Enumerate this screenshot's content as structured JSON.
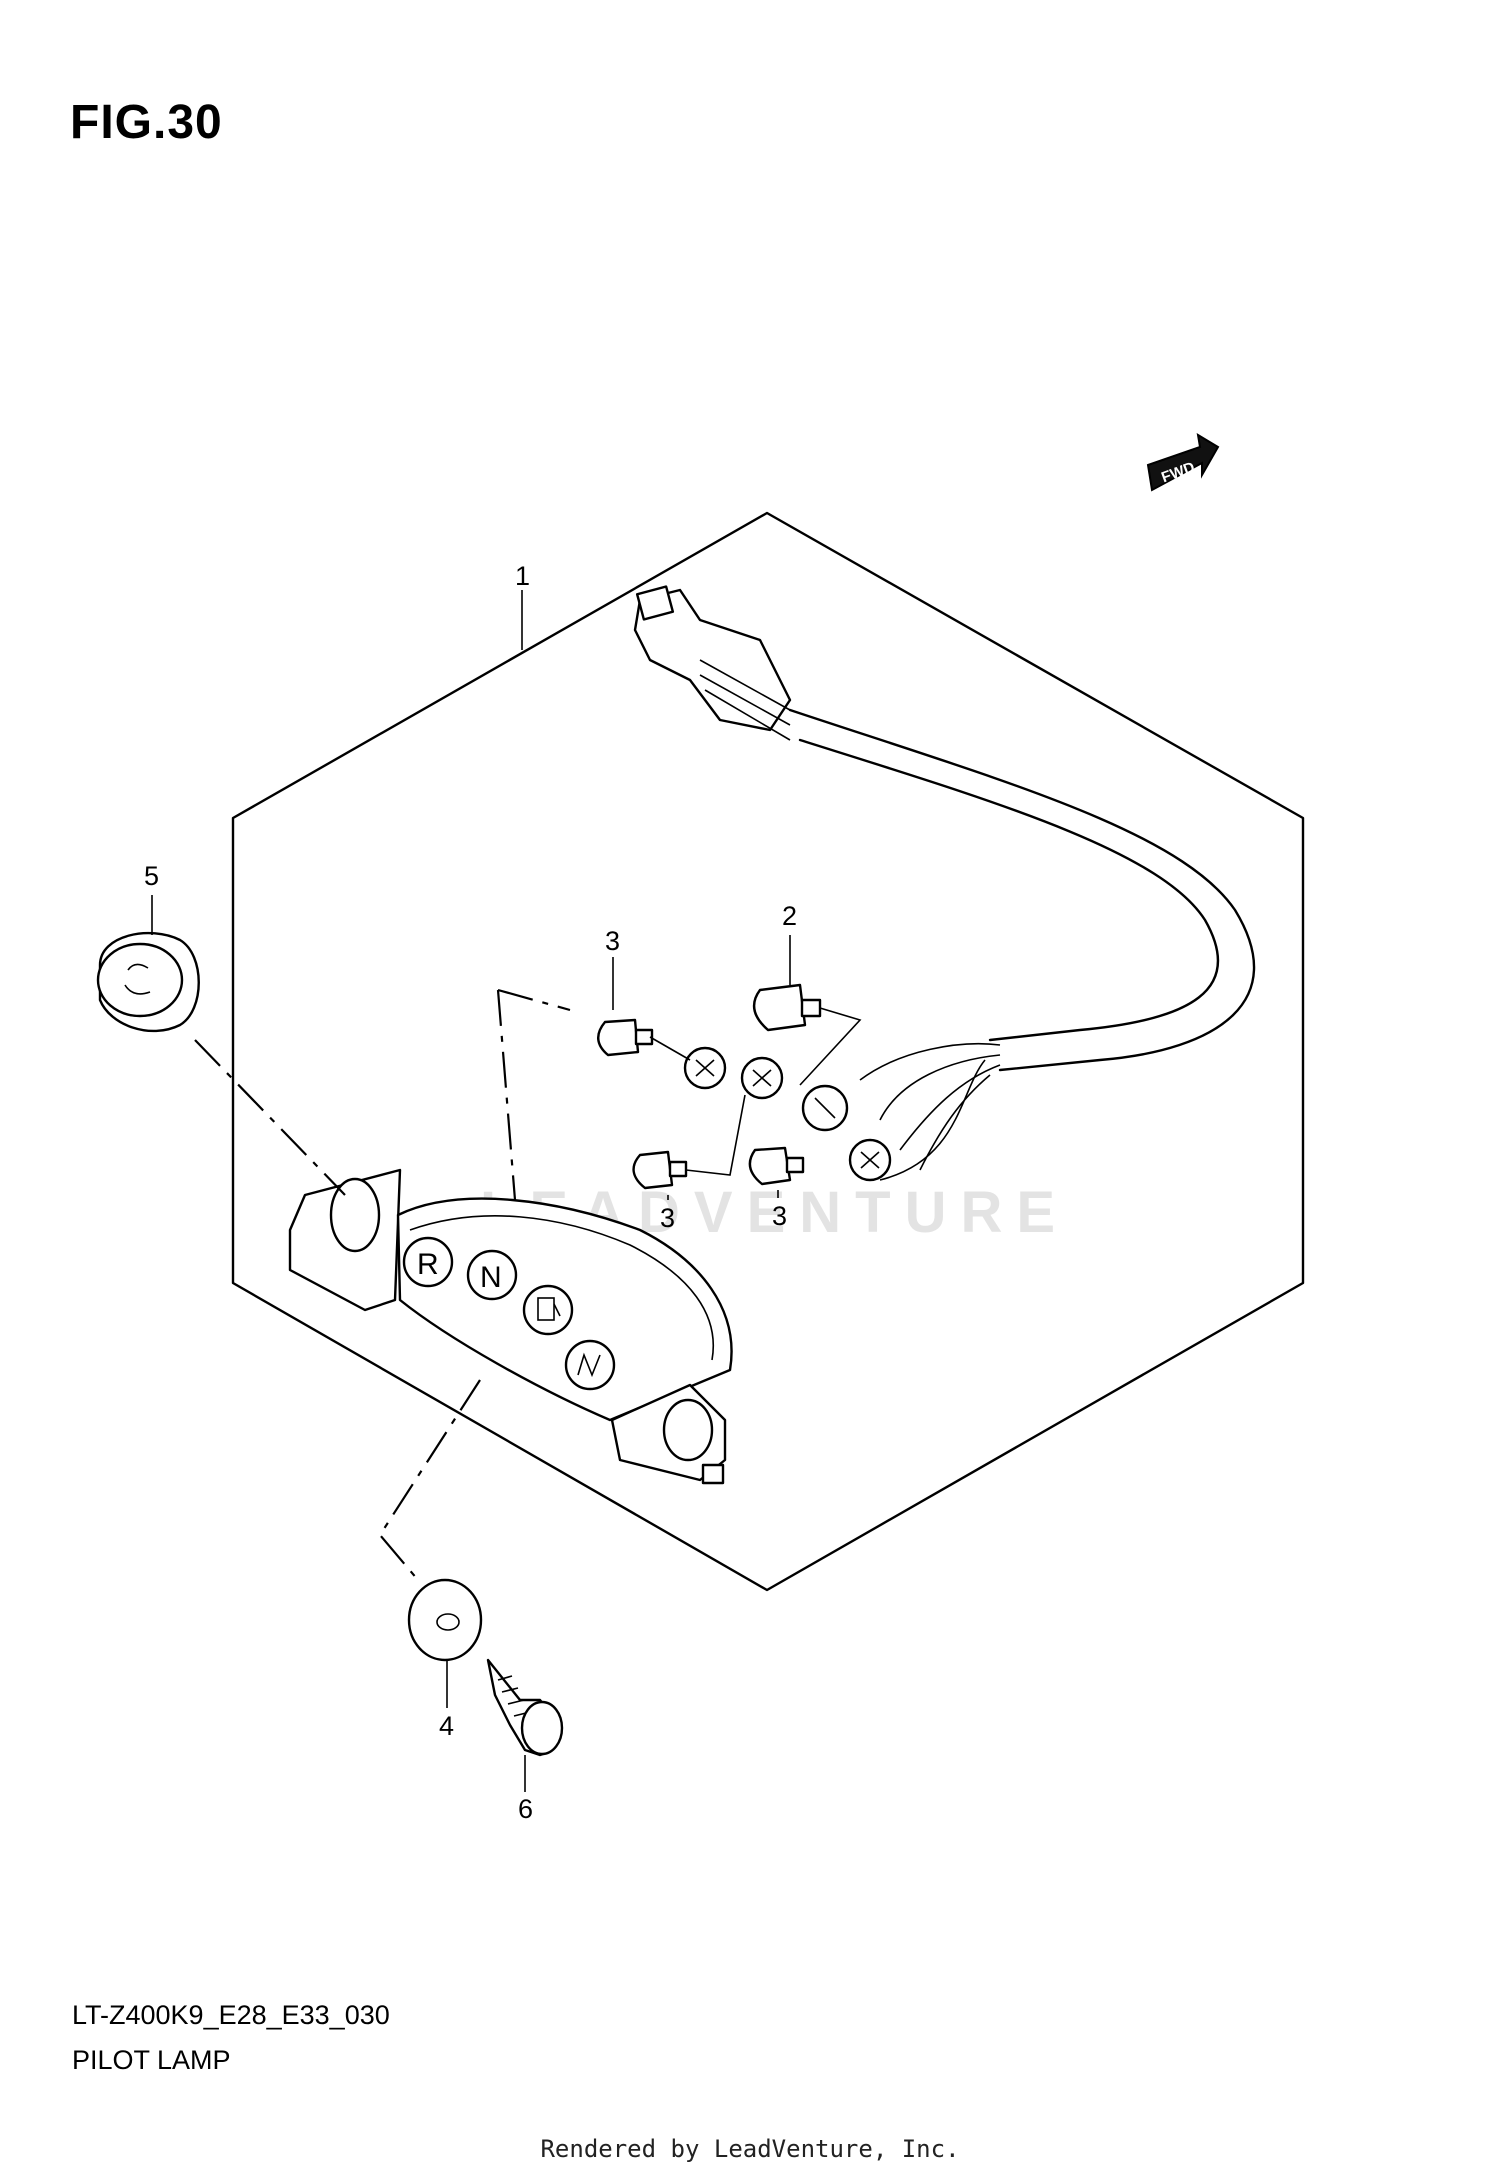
{
  "figure": {
    "title": "FIG.30",
    "fwd_label": "FWD"
  },
  "callouts": [
    {
      "id": "1",
      "label": "1"
    },
    {
      "id": "2",
      "label": "2"
    },
    {
      "id": "3a",
      "label": "3"
    },
    {
      "id": "3b",
      "label": "3"
    },
    {
      "id": "3c",
      "label": "3"
    },
    {
      "id": "4",
      "label": "4"
    },
    {
      "id": "5",
      "label": "5"
    },
    {
      "id": "6",
      "label": "6"
    }
  ],
  "indicators": [
    "R",
    "N"
  ],
  "watermark": "LEADVENTURE",
  "footer": {
    "model_code": "LT-Z400K9_E28_E33_030",
    "section_name": "PILOT LAMP",
    "credit": "Rendered by LeadVenture, Inc."
  }
}
